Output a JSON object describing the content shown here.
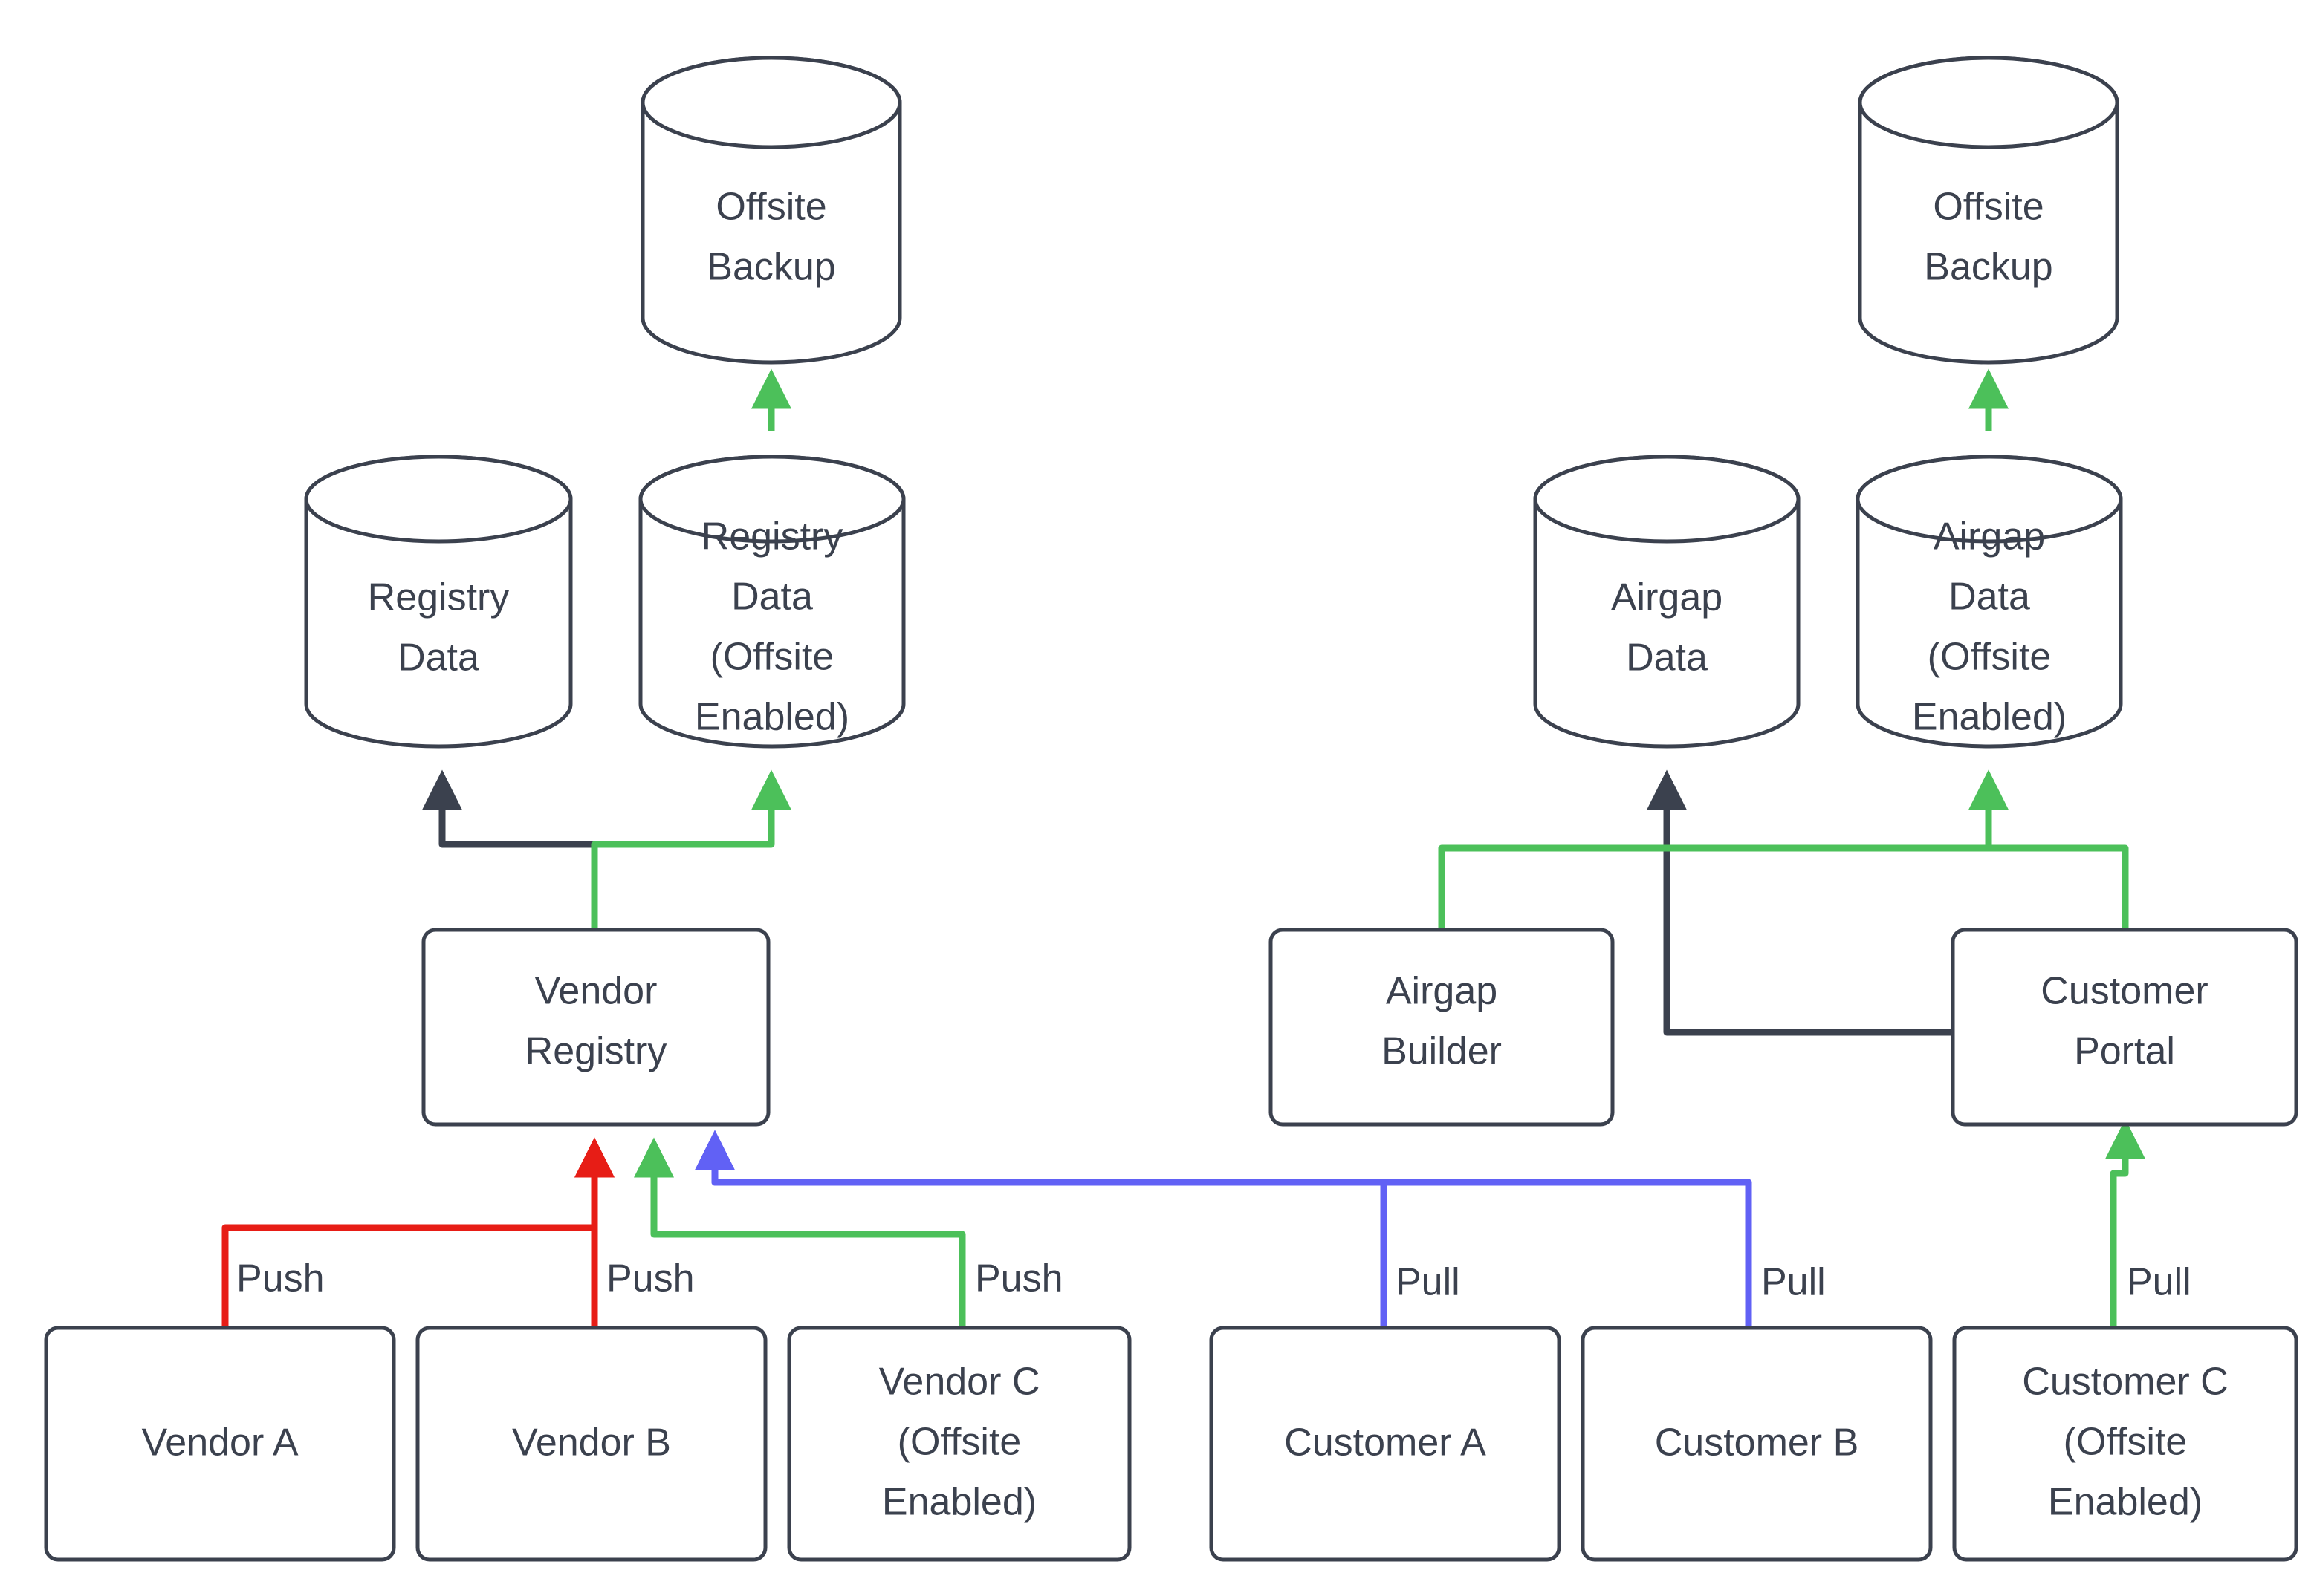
{
  "diagram": {
    "title": "Vendor Registry and Customer Portal Offsite Backup Flow",
    "colors": {
      "stroke_dark": "#3b414e",
      "edge_green": "#4cc05a",
      "edge_red": "#e71d16",
      "edge_blue": "#6161f5",
      "background": "#ffffff"
    },
    "nodes": {
      "offsite_backup_left": {
        "label_line1": "Offsite",
        "label_line2": "Backup",
        "shape": "cylinder"
      },
      "offsite_backup_right": {
        "label_line1": "Offsite",
        "label_line2": "Backup",
        "shape": "cylinder"
      },
      "registry_data": {
        "label_line1": "Registry",
        "label_line2": "Data",
        "shape": "cylinder"
      },
      "registry_data_offsite": {
        "label_line1": "Registry",
        "label_line2": "Data",
        "label_line3": "(Offsite",
        "label_line4": "Enabled)",
        "shape": "cylinder"
      },
      "airgap_data": {
        "label_line1": "Airgap",
        "label_line2": "Data",
        "shape": "cylinder"
      },
      "airgap_data_offsite": {
        "label_line1": "Airgap",
        "label_line2": "Data",
        "label_line3": "(Offsite",
        "label_line4": "Enabled)",
        "shape": "cylinder"
      },
      "vendor_registry": {
        "label_line1": "Vendor",
        "label_line2": "Registry",
        "shape": "rounded-rect"
      },
      "airgap_builder": {
        "label_line1": "Airgap",
        "label_line2": "Builder",
        "shape": "rounded-rect"
      },
      "customer_portal": {
        "label_line1": "Customer",
        "label_line2": "Portal",
        "shape": "rounded-rect"
      },
      "vendor_a": {
        "label_line1": "Vendor A",
        "shape": "rounded-rect"
      },
      "vendor_b": {
        "label_line1": "Vendor B",
        "shape": "rounded-rect"
      },
      "vendor_c": {
        "label_line1": "Vendor C",
        "label_line2": "(Offsite",
        "label_line3": "Enabled)",
        "shape": "rounded-rect"
      },
      "customer_a": {
        "label_line1": "Customer A",
        "shape": "rounded-rect"
      },
      "customer_b": {
        "label_line1": "Customer B",
        "shape": "rounded-rect"
      },
      "customer_c": {
        "label_line1": "Customer C",
        "label_line2": "(Offsite",
        "label_line3": "Enabled)",
        "shape": "rounded-rect"
      }
    },
    "edge_labels": {
      "vendor_a_push": "Push",
      "vendor_b_push": "Push",
      "vendor_c_push": "Push",
      "customer_a_pull": "Pull",
      "customer_b_pull": "Pull",
      "customer_c_pull": "Pull"
    },
    "edges": [
      {
        "from": "registry_data_offsite",
        "to": "offsite_backup_left",
        "color": "#4cc05a"
      },
      {
        "from": "airgap_data_offsite",
        "to": "offsite_backup_right",
        "color": "#4cc05a"
      },
      {
        "from": "vendor_registry",
        "to": "registry_data",
        "color": "#3b414e"
      },
      {
        "from": "vendor_registry",
        "to": "registry_data_offsite",
        "color": "#4cc05a"
      },
      {
        "from": "customer_portal",
        "to": "airgap_data",
        "color": "#3b414e"
      },
      {
        "from": "airgap_builder",
        "to": "airgap_data_offsite",
        "color": "#4cc05a"
      },
      {
        "from": "customer_portal",
        "to": "airgap_data_offsite",
        "color": "#4cc05a"
      },
      {
        "from": "vendor_a",
        "to": "vendor_registry",
        "label": "Push",
        "color": "#e71d16"
      },
      {
        "from": "vendor_b",
        "to": "vendor_registry",
        "label": "Push",
        "color": "#e71d16"
      },
      {
        "from": "vendor_c",
        "to": "vendor_registry",
        "label": "Push",
        "color": "#4cc05a"
      },
      {
        "from": "customer_a",
        "to": "vendor_registry",
        "label": "Pull",
        "color": "#6161f5"
      },
      {
        "from": "customer_b",
        "to": "vendor_registry",
        "label": "Pull",
        "color": "#6161f5"
      },
      {
        "from": "customer_c",
        "to": "customer_portal",
        "label": "Pull",
        "color": "#4cc05a"
      }
    ]
  }
}
